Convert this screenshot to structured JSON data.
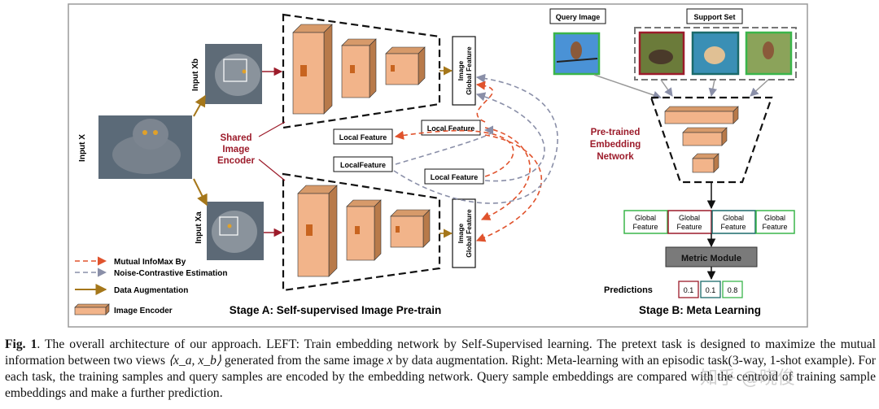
{
  "stage_a": {
    "title": "Stage A: Self-supervised Image Pre-train",
    "input_x": "Input X",
    "input_xb": "Input Xb",
    "input_xa": "Input Xa",
    "shared_encoder": [
      "Shared",
      "Image",
      "Encoder"
    ],
    "global_feature_top": [
      "Image",
      "Global Feature"
    ],
    "global_feature_bottom": [
      "Image",
      "Global Feature"
    ],
    "local_feature_1": "Local Feature",
    "local_feature_2": "Local Feature",
    "local_feature_3": "LocalFeature",
    "local_feature_4": "Local Feature"
  },
  "legend": {
    "mutual_infomax": [
      "Mutual InfoMax By",
      "Noise-Contrastive Estimation"
    ],
    "data_augmentation": "Data Augmentation",
    "image_encoder": "Image Encoder"
  },
  "stage_b": {
    "title": "Stage B: Meta Learning",
    "query_image": "Query Image",
    "support_set": "Support Set",
    "pretrained_network": [
      "Pre-trained",
      "Embedding",
      "Network"
    ],
    "global_features": [
      [
        "Global",
        "Feature"
      ],
      [
        "Global",
        "Feature"
      ],
      [
        "Global",
        "Feature"
      ],
      [
        "Global",
        "Feature"
      ]
    ],
    "metric_module": "Metric Module",
    "predictions_label": "Predictions",
    "predictions": [
      "0.1",
      "0.1",
      "0.8"
    ]
  },
  "colors": {
    "encoder_fill": "#f2b48a",
    "encoder_dark": "#c87a3a",
    "shared_red": "#9c1b2a",
    "augment_arrow": "#a5771a",
    "mim_red": "#e0532d",
    "mim_gray": "#8a8fa8",
    "green_border": "#3ab54a",
    "maroon_border": "#9c1b2a",
    "teal_border": "#1a6a6a"
  },
  "caption": {
    "lead": "Fig. 1",
    "text_1": ". The overall architecture of our approach. LEFT: Train embedding network by Self-Supervised learning. The pretext task is designed to maximize the mutual information between two views ",
    "math": "⟨x_a, x_b⟩",
    "text_2": " generated from the same image ",
    "math_x": "x",
    "text_3": " by data augmentation. Right: Meta-learning with an episodic task(3-way, 1-shot example). For each task, the training samples and query samples are encoded by the embedding network. Query sample embeddings are compared with the centroid of training sample embeddings and make a further prediction."
  },
  "watermark": "知乎 @晓俊"
}
